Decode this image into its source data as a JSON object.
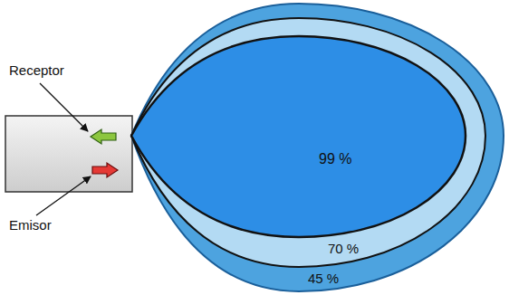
{
  "diagram": {
    "nodes": [
      {
        "text": [
          "45 %"
        ]
      },
      {
        "text": [
          "70 %"
        ],
        "in": 0
      },
      {
        "text": [
          "99 %"
        ],
        "in": 1
      }
    ],
    "labels": [
      "Receptor",
      "Emisor"
    ]
  }
}
